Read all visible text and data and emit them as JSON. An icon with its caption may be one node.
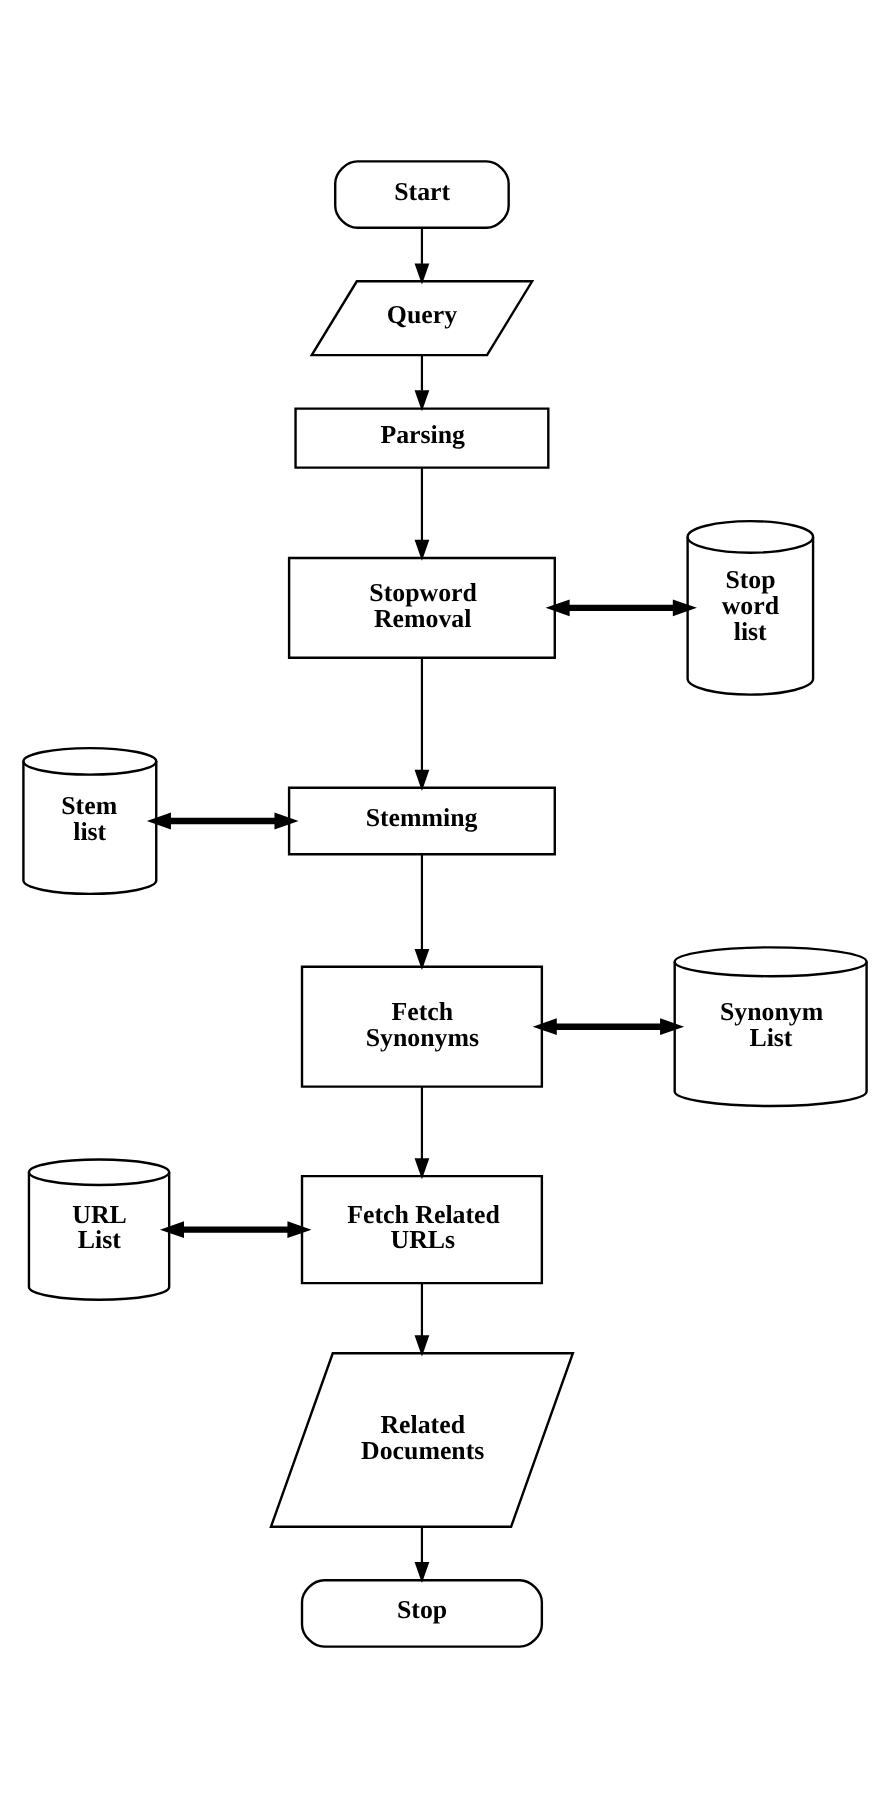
{
  "diagram": {
    "nodes": [
      {
        "text": [
          "Start"
        ]
      },
      {
        "text": [
          "Query"
        ]
      },
      {
        "text": [
          "Parsing"
        ]
      },
      {
        "text": [
          "Stopword Removal"
        ]
      },
      {
        "text": [
          "Stop word list"
        ]
      },
      {
        "text": [
          "Stem list"
        ]
      },
      {
        "text": [
          "Stemming"
        ]
      },
      {
        "text": [
          "Fetch Synonyms"
        ]
      },
      {
        "text": [
          "Synonym List"
        ]
      },
      {
        "text": [
          "URL List"
        ]
      },
      {
        "text": [
          "Fetch Related URLs"
        ]
      },
      {
        "text": [
          "Related Documents"
        ]
      },
      {
        "text": [
          "Stop"
        ]
      }
    ],
    "edges": [
      {
        "from": 0,
        "to": 1,
        "arrow": "to"
      },
      {
        "from": 1,
        "to": 2,
        "arrow": "to"
      },
      {
        "from": 2,
        "to": 3,
        "arrow": "to"
      },
      {
        "from": 3,
        "to": 4,
        "arrow": "both",
        "style": "thick"
      },
      {
        "from": 3,
        "to": 6,
        "arrow": "to"
      },
      {
        "from": 5,
        "to": 6,
        "arrow": "both",
        "style": "thick"
      },
      {
        "from": 6,
        "to": 7,
        "arrow": "to"
      },
      {
        "from": 7,
        "to": 8,
        "arrow": "both",
        "style": "thick"
      },
      {
        "from": 7,
        "to": 10,
        "arrow": "to"
      },
      {
        "from": 9,
        "to": 10,
        "arrow": "both",
        "style": "thick"
      },
      {
        "from": 10,
        "to": 11,
        "arrow": "to"
      },
      {
        "from": 11,
        "to": 12,
        "arrow": "to"
      }
    ]
  }
}
